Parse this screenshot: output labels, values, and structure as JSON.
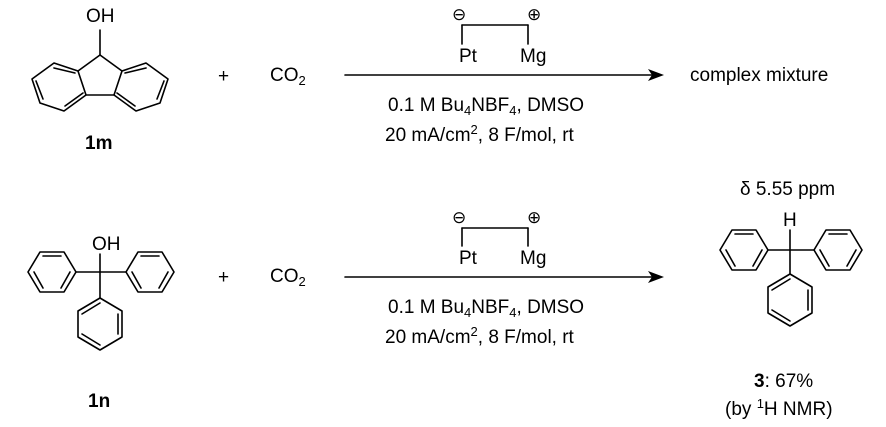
{
  "scheme": {
    "row1": {
      "substrate": {
        "label": "1m",
        "oh": "OH"
      },
      "plus": "+",
      "reagent": {
        "main": "CO",
        "sub": "2"
      },
      "electrodes": {
        "minus": "⊖",
        "plus": "⊕",
        "cathode": "Pt",
        "anode": "Mg"
      },
      "conditions1": {
        "a": "0.1 M Bu",
        "b": "4",
        "c": "NBF",
        "d": "4",
        "e": ", DMSO"
      },
      "conditions2": {
        "a": "20 mA/cm",
        "b": "2",
        "c": ", 8 F/mol, rt"
      },
      "product": "complex mixture"
    },
    "row2": {
      "substrate": {
        "label": "1n",
        "oh": "OH"
      },
      "plus": "+",
      "reagent": {
        "main": "CO",
        "sub": "2"
      },
      "electrodes": {
        "minus": "⊖",
        "plus": "⊕",
        "cathode": "Pt",
        "anode": "Mg"
      },
      "conditions1": {
        "a": "0.1 M Bu",
        "b": "4",
        "c": "NBF",
        "d": "4",
        "e": ", DMSO"
      },
      "conditions2": {
        "a": "20 mA/cm",
        "b": "2",
        "c": ", 8 F/mol, rt"
      },
      "product": {
        "shift": "δ 5.55 ppm",
        "h": "H",
        "label": "3",
        "yield": ": 67%",
        "note_a": "(by ",
        "note_sup": "1",
        "note_b": "H NMR)"
      }
    }
  }
}
